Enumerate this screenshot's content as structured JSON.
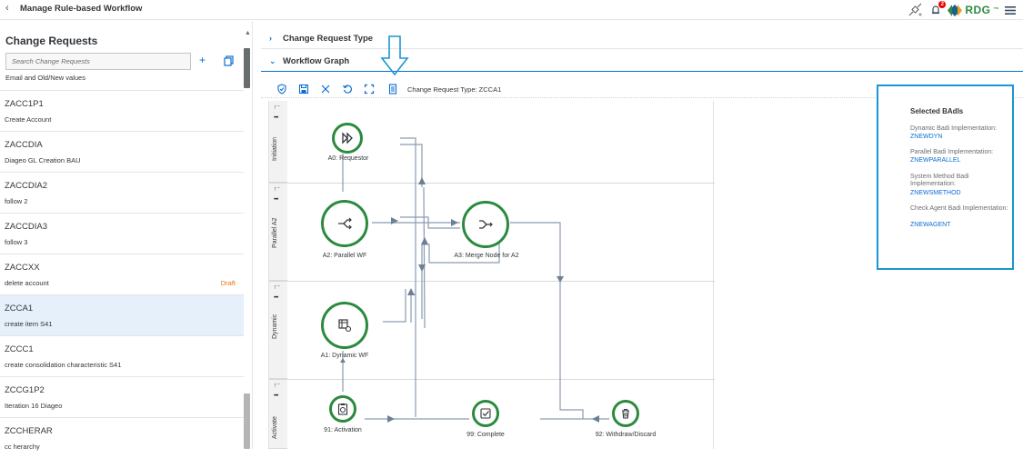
{
  "shell": {
    "title": "Manage Rule-based Workflow",
    "back_icon": "chevron-left-icon",
    "notification_count": "2",
    "brand": "RDG",
    "brand_tm": "™"
  },
  "master": {
    "title": "Change Requests",
    "search_placeholder": "Search Change Requests",
    "first_item_subtitle": "Email and Old/New values",
    "items": [
      {
        "title": "ZACC1P1",
        "subtitle": "Create Account",
        "status": ""
      },
      {
        "title": "ZACCDIA",
        "subtitle": "Diageo GL Creation BAU",
        "status": ""
      },
      {
        "title": "ZACCDIA2",
        "subtitle": "follow 2",
        "status": ""
      },
      {
        "title": "ZACCDIA3",
        "subtitle": "follow 3",
        "status": ""
      },
      {
        "title": "ZACCXX",
        "subtitle": "delete account",
        "status": "Draft"
      },
      {
        "title": "ZCCA1",
        "subtitle": "create item S41",
        "status": ""
      },
      {
        "title": "ZCCC1",
        "subtitle": "create consolidation characteristic S41",
        "status": ""
      },
      {
        "title": "ZCCG1P2",
        "subtitle": "Iteration 16 Diageo",
        "status": ""
      },
      {
        "title": "ZCCHERAR",
        "subtitle": "cc herarchy",
        "status": ""
      }
    ]
  },
  "detail": {
    "panel1": "Change Request Type",
    "panel2": "Workflow Graph",
    "change_request_type": "Change Request Type: ZCCA1",
    "lanes": [
      "Initiation",
      "Parallel A2",
      "Dynamic",
      "Activate"
    ],
    "nodes": {
      "a0": "A0: Requestor",
      "a2": "A2: Parallel WF",
      "a3": "A3: Merge Node for A2",
      "a1": "A1: Dynamic WF",
      "n91": "91: Activation",
      "n99": "99: Complete",
      "n92": "92: Withdraw/Discard"
    }
  },
  "badis": {
    "title": "Selected BAdIs",
    "dynamic_label": "Dynamic Badi Implementation:",
    "dynamic_value": "ZNEWDYN",
    "parallel_label": "Parallel Badi Implementation:",
    "parallel_value": "ZNEWPARALLEL",
    "system_label": "System Method Badi Implementation:",
    "system_value": "ZNEWSMETHOD",
    "agent_label": "Check Agent Badi Implementation:",
    "agent_value": "ZNEWAGENT"
  },
  "colors": {
    "node_green": "#2b8a3e",
    "accent": "#0a6ed1",
    "annotation": "#1a96d4",
    "draft": "#e9730c"
  }
}
